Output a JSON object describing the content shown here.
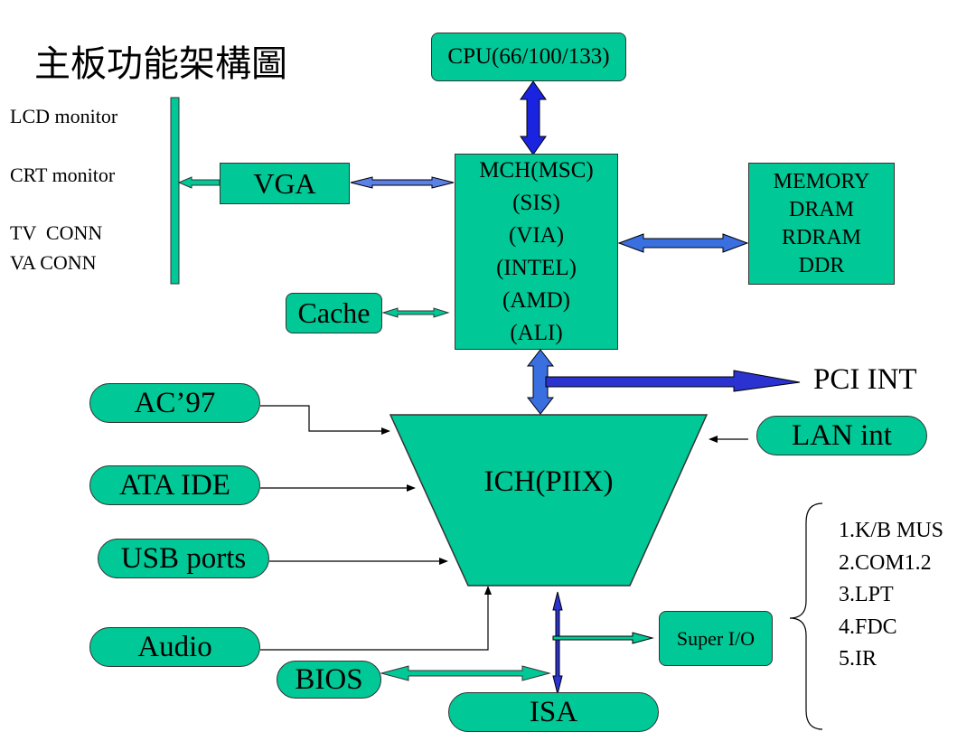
{
  "title": "主板功能架構圖",
  "displays": {
    "lcd": "LCD monitor",
    "crt": "CRT monitor",
    "tv": "TV  CONN",
    "va": "VA CONN"
  },
  "blocks": {
    "cpu": "CPU(66/100/133)",
    "vga": "VGA",
    "mch": [
      "MCH(MSC)",
      "(SIS)",
      "(VIA)",
      "(INTEL)",
      "(AMD)",
      "(ALI)"
    ],
    "memory": [
      "MEMORY",
      "DRAM",
      "RDRAM",
      "DDR"
    ],
    "cache": "Cache",
    "ich": "ICH(PIIX)",
    "ac97": "AC’97",
    "ata": "ATA IDE",
    "usb": "USB ports",
    "audio": "Audio",
    "bios": "BIOS",
    "isa": "ISA",
    "superio": "Super I/O",
    "lan": "LAN int",
    "pci": "PCI INT"
  },
  "superio_list": [
    "1.K/B MUS",
    "2.COM1.2",
    "3.LPT",
    "4.FDC",
    "5.IR"
  ],
  "colors": {
    "block_fill": "#00c896",
    "bus_arrow": "#3a6fe0",
    "cpu_arrow": "#1a24e0",
    "pci_arrow": "#2a32d0"
  }
}
